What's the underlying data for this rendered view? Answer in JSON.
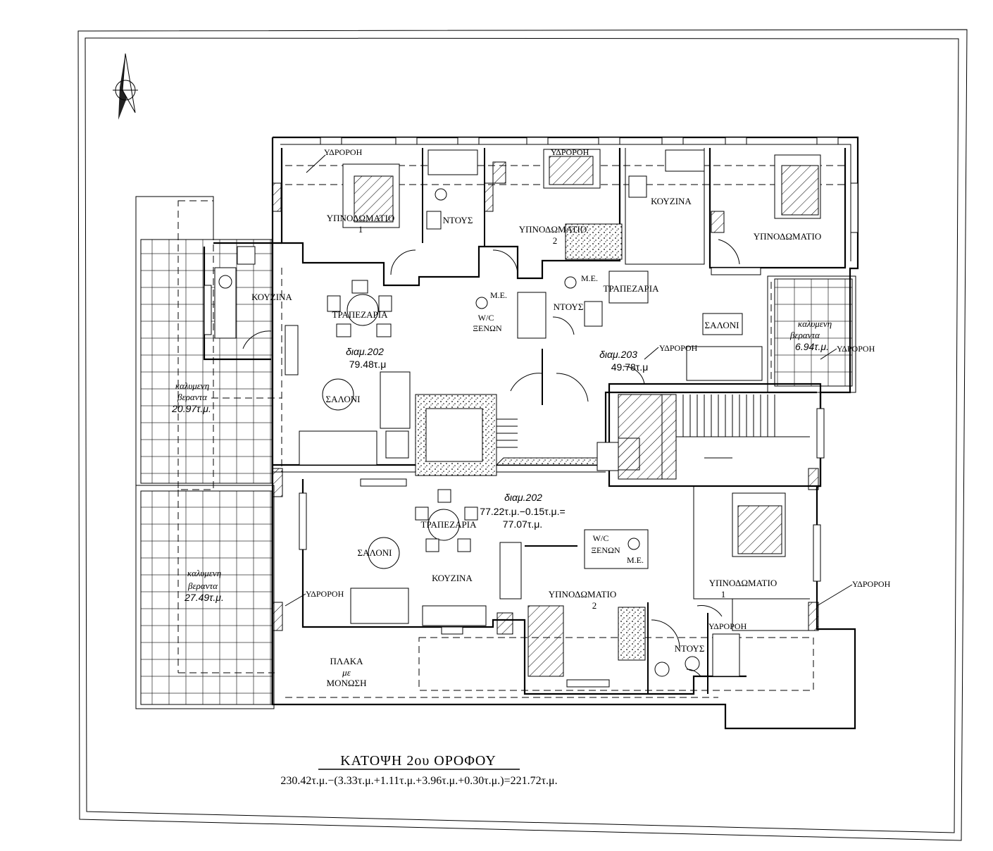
{
  "title": "ΚΑΤΟΨΗ 2ου ΟΡΟΦΟΥ",
  "formula": "230.42τ.μ.−(3.33τ.μ.+1.11τ.μ.+3.96τ.μ.+0.30τ.μ.)=221.72τ.μ.",
  "north_arrow": {
    "icon": "north-arrow-icon"
  },
  "rooms": {
    "top_left_bed1": "ΥΠΝΟΔΩΜΑΤΙΟ",
    "top_left_bed1_num": "1",
    "top_left_bed2": "ΥΠΝΟΔΩΜΑΤΙΟ",
    "top_left_bed2_num": "2",
    "top_left_shower": "ΝΤΟΥΣ",
    "top_left_kitchen": "ΚΟΥΖΙΝΑ",
    "top_left_dining": "ΤΡΑΠΕΖΑΡΙΑ",
    "top_left_living": "ΣΑΛΟΝΙ",
    "top_left_wc1": "W/C",
    "top_left_wc2": "ΞΕΝΩΝ",
    "top_left_me": "Μ.Ε.",
    "top_right_kitchen": "ΚΟΥΖΙΝΑ",
    "top_right_bed": "ΥΠΝΟΔΩΜΑΤΙΟ",
    "top_right_dining": "ΤΡΑΠΕΖΑΡΙΑ",
    "top_right_living": "ΣΑΛΟΝΙ",
    "top_right_shower": "ΝΤΟΥΣ",
    "top_right_me": "Μ.Ε.",
    "bottom_living": "ΣΑΛΟΝΙ",
    "bottom_dining": "ΤΡΑΠΕΖΑΡΙΑ",
    "bottom_kitchen": "ΚΟΥΖΙΝΑ",
    "bottom_bed2": "ΥΠΝΟΔΩΜΑΤΙΟ",
    "bottom_bed2_num": "2",
    "bottom_bed1": "ΥΠΝΟΔΩΜΑΤΙΟ",
    "bottom_bed1_num": "1",
    "bottom_shower": "ΝΤΟΥΣ",
    "bottom_wc1": "W/C",
    "bottom_wc2": "ΞΕΝΩΝ",
    "bottom_me": "Μ.Ε.",
    "slab1": "ΠΛΑΚΑ",
    "slab2": "με",
    "slab3": "ΜΟΝΩΣΗ"
  },
  "downpipe": "ΥΔΡΟΡΟΗ",
  "apartments": {
    "a202": {
      "name": "διαμ.202",
      "area": "79.48τ.μ"
    },
    "a203": {
      "name": "διαμ.203",
      "area": "49.78τ.μ"
    },
    "a202b": {
      "name": "διαμ.202",
      "area1": "77.22τ.μ.−0.15τ.μ.=",
      "area2": "77.07τ.μ."
    }
  },
  "verandas": {
    "v1": {
      "l1": "καλυμενη",
      "l2": "βεραντα",
      "area": "20.97τ.μ."
    },
    "v2": {
      "l1": "καλυμενη",
      "l2": "βεραντα",
      "area": "27.49τ.μ."
    },
    "v3": {
      "l1": "καλυμενη",
      "l2": "βεραντα",
      "area": "6.94τ.μ."
    }
  }
}
